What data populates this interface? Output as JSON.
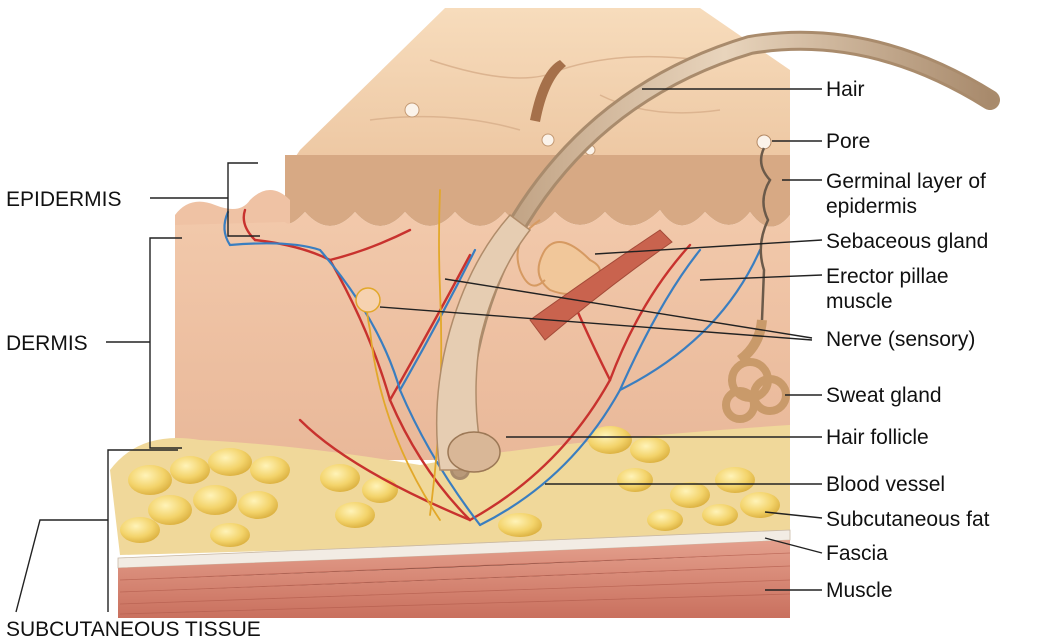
{
  "labels": {
    "epidermis": "EPIDERMIS",
    "dermis": "DERMIS",
    "subcutaneous_tissue": "SUBCUTANEOUS TISSUE",
    "hair": "Hair",
    "pore": "Pore",
    "germinal_layer": [
      "Germinal layer of",
      "epidermis"
    ],
    "sebaceous_gland": "Sebaceous gland",
    "erector_pillae": [
      "Erector pillae",
      "muscle"
    ],
    "nerve": "Nerve (sensory)",
    "sweat_gland": "Sweat gland",
    "hair_follicle": "Hair follicle",
    "blood_vessel": "Blood vessel",
    "subcutaneous_fat": "Subcutaneous fat",
    "fascia": "Fascia",
    "muscle": "Muscle"
  },
  "colors": {
    "skin_surface": "#f3d3b0",
    "epidermis": "#dcb08c",
    "dermis": "#efc2a4",
    "fat": "#f4d772",
    "muscle": "#d98a78",
    "fascia": "#f2ece4",
    "artery": "#c8322e",
    "vein": "#3a7ec0",
    "nerve": "#e2a82a",
    "hair": "#cfb69a"
  }
}
